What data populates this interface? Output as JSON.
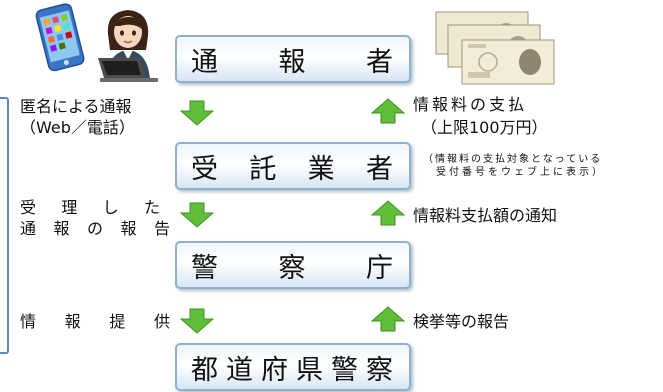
{
  "boxes": {
    "reporter": [
      "通",
      "報",
      "者"
    ],
    "contractor": [
      "受",
      "託",
      "業",
      "者"
    ],
    "npa": [
      "警",
      "察",
      "庁"
    ],
    "prefectural": [
      "都",
      "道",
      "府",
      "県",
      "警",
      "察"
    ]
  },
  "left_labels": {
    "anonymous_report": "匿名による通報",
    "web_phone": "（Web／電話）",
    "received_report": {
      "line1": [
        "受",
        "理",
        "し",
        "た"
      ],
      "line2": [
        "通",
        "報",
        "の",
        "報",
        "告"
      ]
    },
    "info_provision": [
      "情",
      "報",
      "提",
      "供"
    ]
  },
  "right_labels": {
    "info_fee_payment": "情報料の支払",
    "max_amount": "（上限100万円）",
    "note_line1": "（情報料の支払対象となっている",
    "note_line2": "受付番号をウェブ上に表示）",
    "payment_notice": "情報料支払額の通知",
    "arrest_report": "検挙等の報告"
  },
  "colors": {
    "arrow_green": "#5fbf3a",
    "bracket_blue": "#5b86c4",
    "box_border": "#8fb0cf"
  },
  "icons": [
    "smartphone-icon",
    "woman-at-laptop-icon",
    "banknotes-icon"
  ]
}
